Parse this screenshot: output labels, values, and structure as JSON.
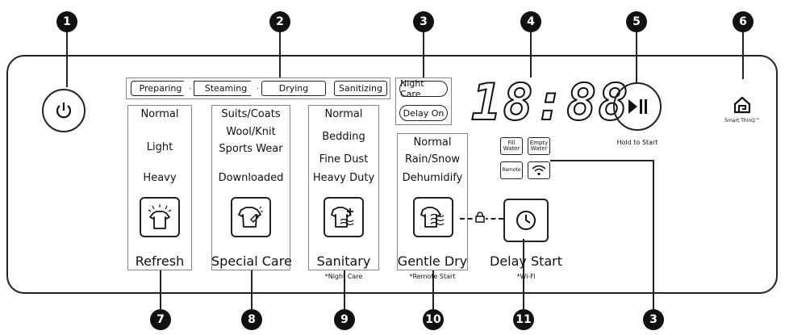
{
  "callouts": [
    "1",
    "2",
    "3",
    "4",
    "5",
    "6",
    "7",
    "8",
    "9",
    "10",
    "11",
    "3"
  ],
  "stages": [
    "Preparing",
    "Steaming",
    "Drying",
    "Sanitizing"
  ],
  "indicators": {
    "night_care": "Night Care",
    "delay_on": "Delay On"
  },
  "display": {
    "digits": "18:88"
  },
  "refresh": {
    "options": [
      "Normal",
      "Light",
      "Heavy"
    ],
    "label": "Refresh"
  },
  "special_care": {
    "options": [
      "Suits/Coats",
      "Wool/Knit",
      "Sports Wear",
      "Downloaded"
    ],
    "label": "Special Care"
  },
  "sanitary": {
    "options": [
      "Normal",
      "Bedding",
      "Fine Dust",
      "Heavy Duty"
    ],
    "label": "Sanitary",
    "note": "*Night Care"
  },
  "gentle_dry": {
    "options": [
      "Normal",
      "Rain/Snow",
      "Dehumidify"
    ],
    "label": "Gentle Dry",
    "note": "*Remote Start"
  },
  "delay_start": {
    "label": "Delay Start",
    "note": "*Wi-Fi"
  },
  "status": {
    "fill_water": "Fill Water",
    "empty_water": "Empty Water",
    "remote": "Remote"
  },
  "start": {
    "caption": "Hold to Start"
  },
  "smartthinq": {
    "caption": "Smart ThinQ™"
  }
}
